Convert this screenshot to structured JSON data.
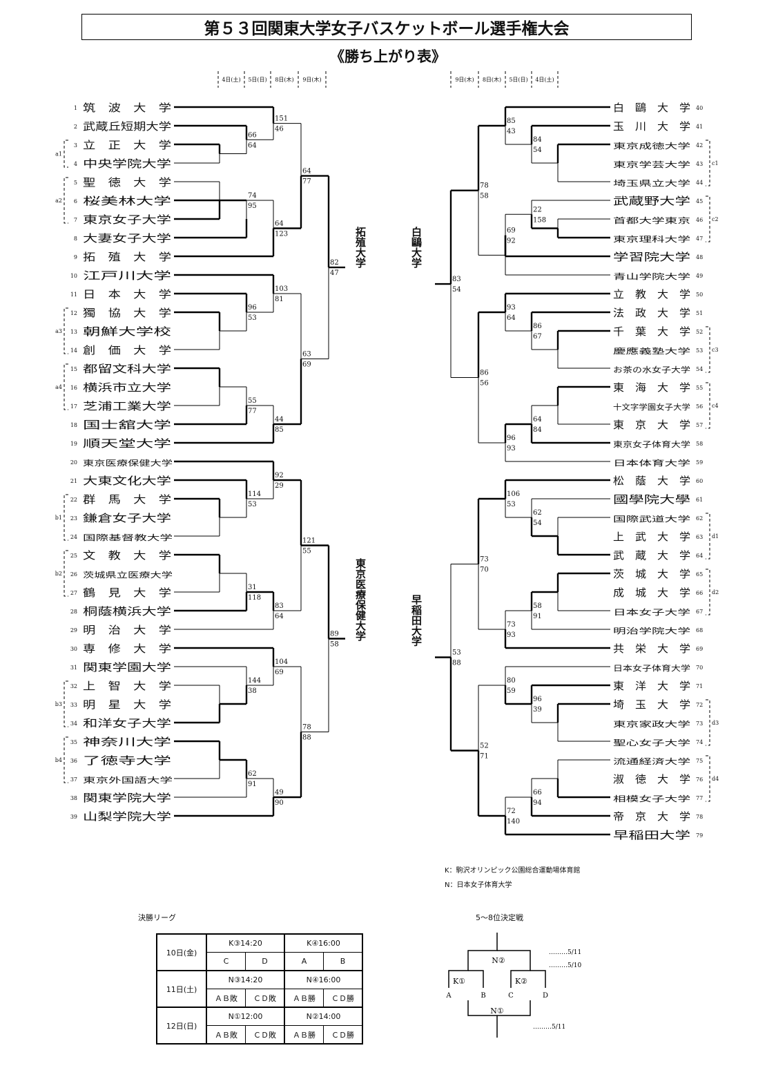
{
  "header": {
    "title": "第５３回関東大学女子バスケットボール選手権大会",
    "subtitle": "《勝ち上がり表》"
  },
  "round_dates": {
    "left": [
      "4日(土)",
      "5日(日)",
      "8日(木)",
      "9日(木)"
    ],
    "right": [
      "9日(木)",
      "8日(木)",
      "5日(日)",
      "4日(土)"
    ]
  },
  "left_teams": [
    "筑　波　大　学",
    "武蔵丘短期大学",
    "立　正　大　学",
    "中央学院大学",
    "聖　徳　大　学",
    "桜美林大学",
    "東京女子大学",
    "大妻女子大学",
    "拓　殖　大　学",
    "江戸川大学",
    "日　本　大　学",
    "獨　協　大　学",
    "朝鮮大学校",
    "創　価　大　学",
    "都留文科大学",
    "横浜市立大学",
    "芝浦工業大学",
    "国士舘大学",
    "順天堂大学",
    "東京医療保健大学",
    "大東文化大学",
    "群　馬　大　学",
    "鎌倉女子大学",
    "国際基督教大学",
    "文　教　大　学",
    "茨城県立医療大学",
    "鶴　見　大　学",
    "桐蔭横浜大学",
    "明　治　大　学",
    "専　修　大　学",
    "関東学園大学",
    "上　智　大　学",
    "明　星　大　学",
    "和洋女子大学",
    "神奈川大学",
    "了徳寺大学",
    "東京外国語大学",
    "関東学院大学",
    "山梨学院大学"
  ],
  "right_teams": [
    "白　鷗　大　学",
    "玉　川　大　学",
    "東京成徳大学",
    "東京学芸大学",
    "埼玉県立大学",
    "武蔵野大学",
    "首都大学東京",
    "東京理科大学",
    "学習院大学",
    "青山学院大学",
    "立　教　大　学",
    "法　政　大　学",
    "千　葉　大　学",
    "慶應義塾大学",
    "お茶の水女子大学",
    "東　海　大　学",
    "十文字学園女子大学",
    "東　京　大　学",
    "東京女子体育大学",
    "日本体育大学",
    "松　蔭　大　学",
    "國學院大學",
    "国際武道大学",
    "上　武　大　学",
    "武　蔵　大　学",
    "茨　城　大　学",
    "成　城　大　学",
    "日本女子大学",
    "明治学院大学",
    "共　栄　大　学",
    "日本女子体育大学",
    "東　洋　大　学",
    "埼　玉　大　学",
    "東京家政大学",
    "聖心女子大学",
    "流通経済大学",
    "淑　徳　大　学",
    "相模女子大学",
    "帝　京　大　学",
    "早稲田大学"
  ],
  "group_labels": [
    "a1",
    "a2",
    "a3",
    "a4",
    "b1",
    "b2",
    "b3",
    "b4",
    "c1",
    "c2",
    "c3",
    "c4",
    "d1",
    "d2",
    "d3",
    "d4"
  ],
  "winners": {
    "takushoku": "拓殖大学",
    "tokyo_iryo": "東京医療保健大学",
    "hakuo": "白鷗大学",
    "waseda": "早稲田大学"
  },
  "venues": {
    "k": "K：駒沢オリンピック公園総合運動場体育館",
    "n": "N：日本女子体育大学"
  },
  "final_league": {
    "title": "決勝リーグ",
    "days": [
      {
        "day": "10日(金)",
        "slot1": "K③14:20",
        "slot2": "K④16:00",
        "cells": [
          "C",
          "D",
          "A",
          "B"
        ]
      },
      {
        "day": "11日(土)",
        "slot1": "N③14:20",
        "slot2": "N④16:00",
        "cells": [
          "ＡＢ敗",
          "ＣＤ敗",
          "ＡＢ勝",
          "ＣＤ勝"
        ]
      },
      {
        "day": "12日(日)",
        "slot1": "N①12:00",
        "slot2": "N②14:00",
        "cells": [
          "ＡＢ敗",
          "ＣＤ敗",
          "ＡＢ勝",
          "ＣＤ勝"
        ]
      }
    ]
  },
  "placement": {
    "title": "5～8位決定戦",
    "top_match": "N②",
    "left_match": "K①",
    "right_match": "K②",
    "bottom_match": "N①",
    "slots": [
      "A",
      "B",
      "C",
      "D"
    ],
    "date_top": "………5/11",
    "date_mid": "………5/10",
    "date_bottom": "………5/11"
  }
}
